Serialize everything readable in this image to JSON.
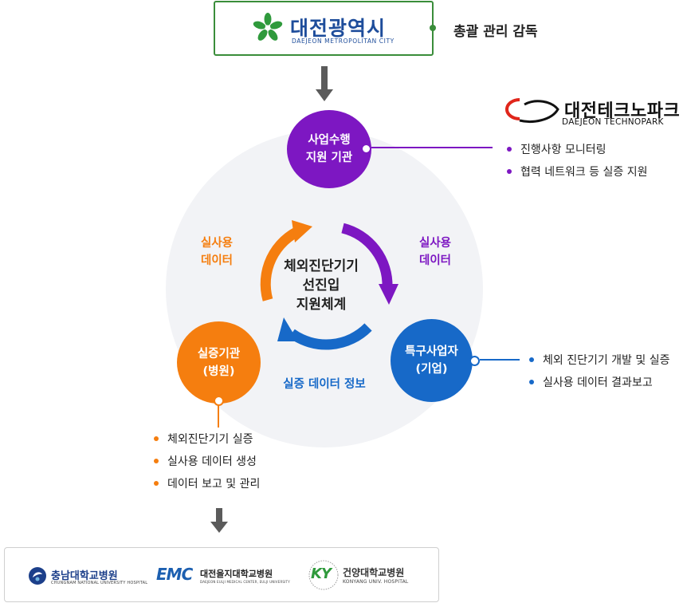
{
  "top": {
    "org_name": "대전광역시",
    "org_sub": "DAEJEON METROPOLITAN CITY",
    "role": "총괄 관리 감독"
  },
  "support": {
    "label_line1": "사업수행",
    "label_line2": "지원 기관",
    "partner_name": "대전테크노파크",
    "partner_sub": "DAEJEON TECHNOPARK",
    "duties": [
      "진행사항 모니터링",
      "협력 네트워크 등 실증 지원"
    ]
  },
  "center": {
    "line1": "체외진단기기",
    "line2": "선진입",
    "line3": "지원체계"
  },
  "flows": {
    "left_line1": "실사용",
    "left_line2": "데이터",
    "right_line1": "실사용",
    "right_line2": "데이터",
    "bottom": "실증 데이터 정보"
  },
  "hospital": {
    "label_line1": "실증기관",
    "label_line2": "(병원)",
    "duties": [
      "체외진단기기 실증",
      "실사용 데이터 생성",
      "데이터 보고 및 관리"
    ]
  },
  "company": {
    "label_line1": "특구사업자",
    "label_line2": "(기업)",
    "duties": [
      "체외 진단기기 개발 및 실증",
      "실사용 데이터 결과보고"
    ]
  },
  "hospitals": [
    {
      "name": "충남대학교병원",
      "sub": "CHUNGNAM NATIONAL UNIVERSITY HOSPITAL"
    },
    {
      "name": "대전을지대학교병원",
      "sub": "DAEJEON EULJI MEDICAL CENTER, EULJI UNIVERSITY",
      "mark": "EMC"
    },
    {
      "name": "건양대학교병원",
      "sub": "KONYANG UNIV. HOSPITAL",
      "mark": "KY"
    }
  ],
  "colors": {
    "purple": "#7d17c2",
    "orange": "#f57e0f",
    "blue": "#1769c8",
    "green": "#3a8d3a",
    "technopark_red": "#e0261b"
  }
}
